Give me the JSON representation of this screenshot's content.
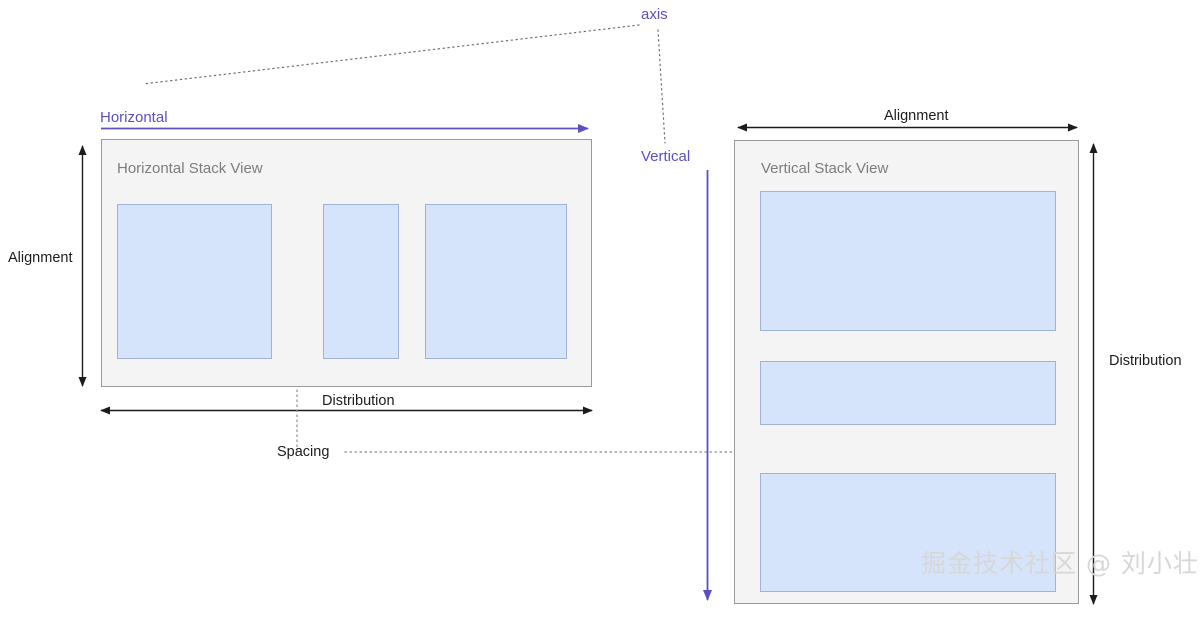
{
  "diagram": {
    "title": "UIStackView axis / alignment / distribution / spacing diagram",
    "colors": {
      "axis_purple": "#5a50c4",
      "stack_background": "#f4f4f4",
      "stack_border": "#999999",
      "arranged_fill": "#d6e4fb",
      "arranged_border": "#9fb4d4",
      "annotation_dark": "#1c1c1c",
      "label_gray": "#7d7d7d",
      "watermark_gray": "#d7d7d7"
    }
  },
  "callouts": {
    "axis": "axis",
    "spacing": "Spacing"
  },
  "horizontal_panel": {
    "axis_label": "Horizontal",
    "stack_title": "Horizontal Stack View",
    "alignment_label": "Alignment",
    "distribution_label": "Distribution",
    "arranged_views": [
      {
        "name": "view-1"
      },
      {
        "name": "view-2"
      },
      {
        "name": "view-3"
      }
    ]
  },
  "vertical_panel": {
    "axis_label": "Vertical",
    "stack_title": "Vertical Stack View",
    "alignment_label": "Alignment",
    "distribution_label": "Distribution",
    "arranged_views": [
      {
        "name": "view-1"
      },
      {
        "name": "view-2"
      },
      {
        "name": "view-3"
      }
    ]
  },
  "watermark": {
    "text": "掘金技术社区 @ 刘小壮"
  }
}
